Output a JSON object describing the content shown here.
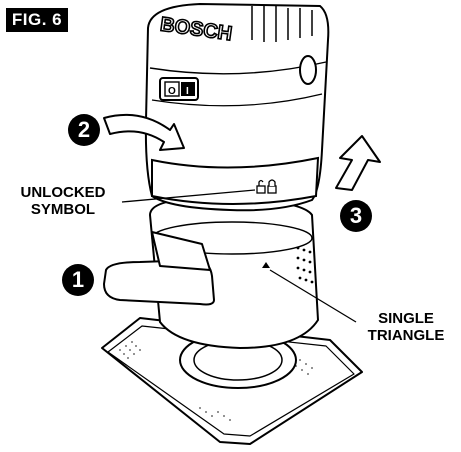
{
  "figure": {
    "label": "FIG. 6"
  },
  "product": {
    "brand": "BOSCH",
    "switch_off": "O",
    "switch_on": "I"
  },
  "steps": [
    {
      "number": "1"
    },
    {
      "number": "2"
    },
    {
      "number": "3"
    }
  ],
  "callouts": {
    "unlocked": {
      "line1": "UNLOCKED",
      "line2": "SYMBOL"
    },
    "single_triangle": {
      "line1": "SINGLE",
      "line2": "TRIANGLE"
    }
  }
}
